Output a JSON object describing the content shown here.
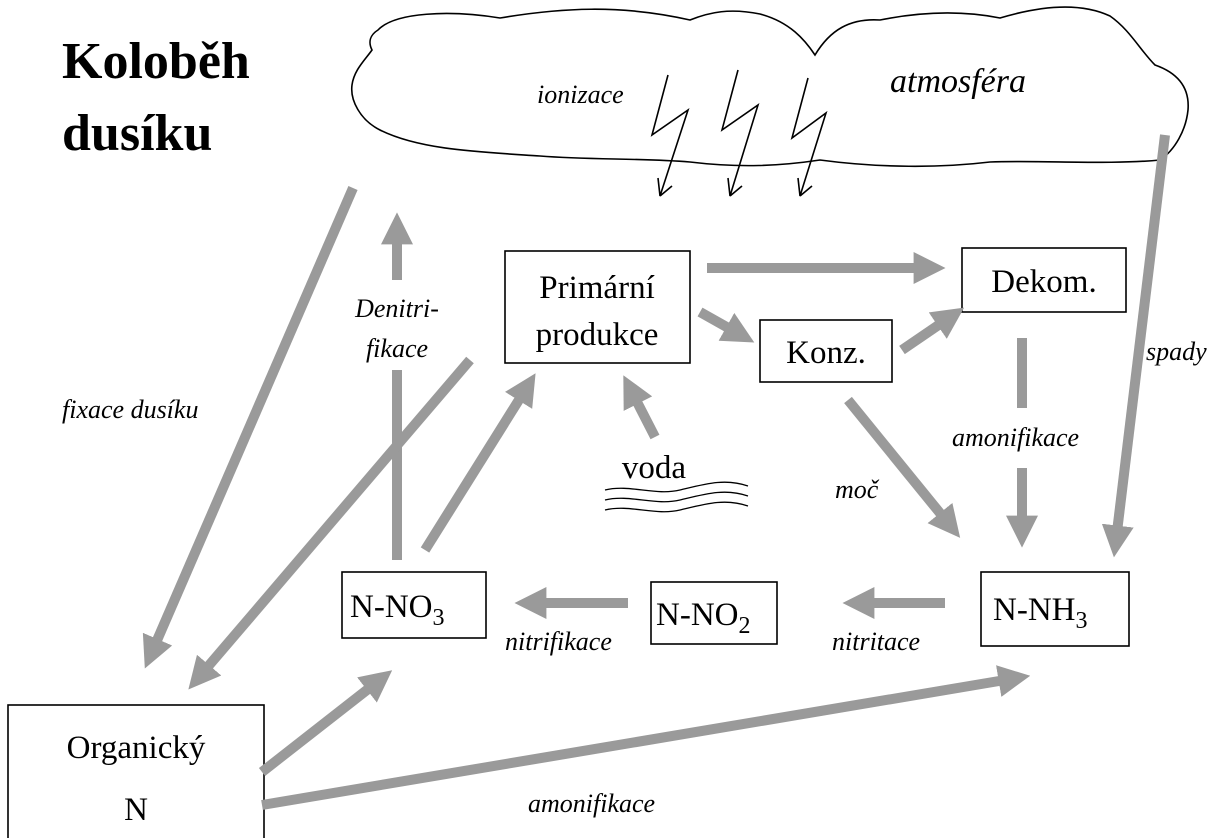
{
  "title": {
    "line1": "Koloběh",
    "line2": "dusíku"
  },
  "colors": {
    "arrow": "#9a9a9a",
    "stroke": "#000000",
    "background": "#ffffff"
  },
  "cloud": {
    "label": "atmosféra",
    "process_label": "ionizace"
  },
  "boxes": {
    "primary": {
      "line1": "Primární",
      "line2": "produkce"
    },
    "decomp": {
      "label": "Dekom."
    },
    "consumer": {
      "label": "Konz."
    },
    "nitrate": {
      "base": "N-NO",
      "sub": "3"
    },
    "nitrite": {
      "base": "N-NO",
      "sub": "2"
    },
    "ammonia": {
      "base": "N-NH",
      "sub": "3"
    },
    "organic": {
      "line1": "Organický",
      "line2": "N"
    }
  },
  "labels": {
    "water": "voda",
    "fixation": "fixace dusíku",
    "denitrification_1": "Denitri-",
    "denitrification_2": "fikace",
    "fallout": "spady",
    "ammonification_right": "amonifikace",
    "urine": "moč",
    "nitrification": "nitrifikace",
    "nitritation": "nitritace",
    "ammonification_bottom": "amonifikace"
  },
  "icons": {
    "lightning": "lightning-icon",
    "water": "water-waves-icon"
  }
}
